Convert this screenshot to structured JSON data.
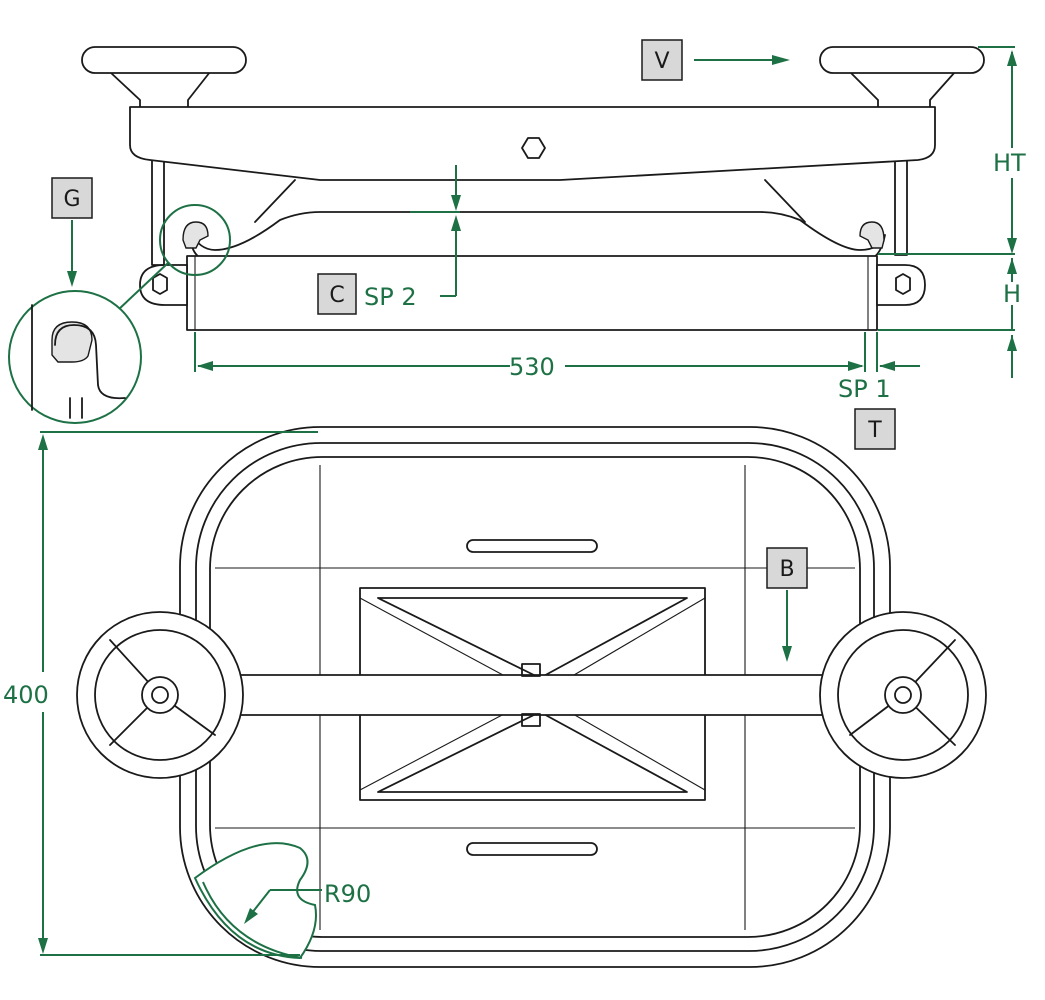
{
  "labels": {
    "view": "V",
    "detail": "G",
    "seal": "C",
    "top": "T",
    "bar": "B"
  },
  "dimensions": {
    "height_total": "HT",
    "height": "H",
    "width": "530",
    "sp1": "SP 1",
    "sp2": "SP 2",
    "length": "400",
    "radius": "R90"
  },
  "colors": {
    "dimension": "#1d7145",
    "outline": "#1a1a1a",
    "label_box": "#d8d8d8"
  }
}
